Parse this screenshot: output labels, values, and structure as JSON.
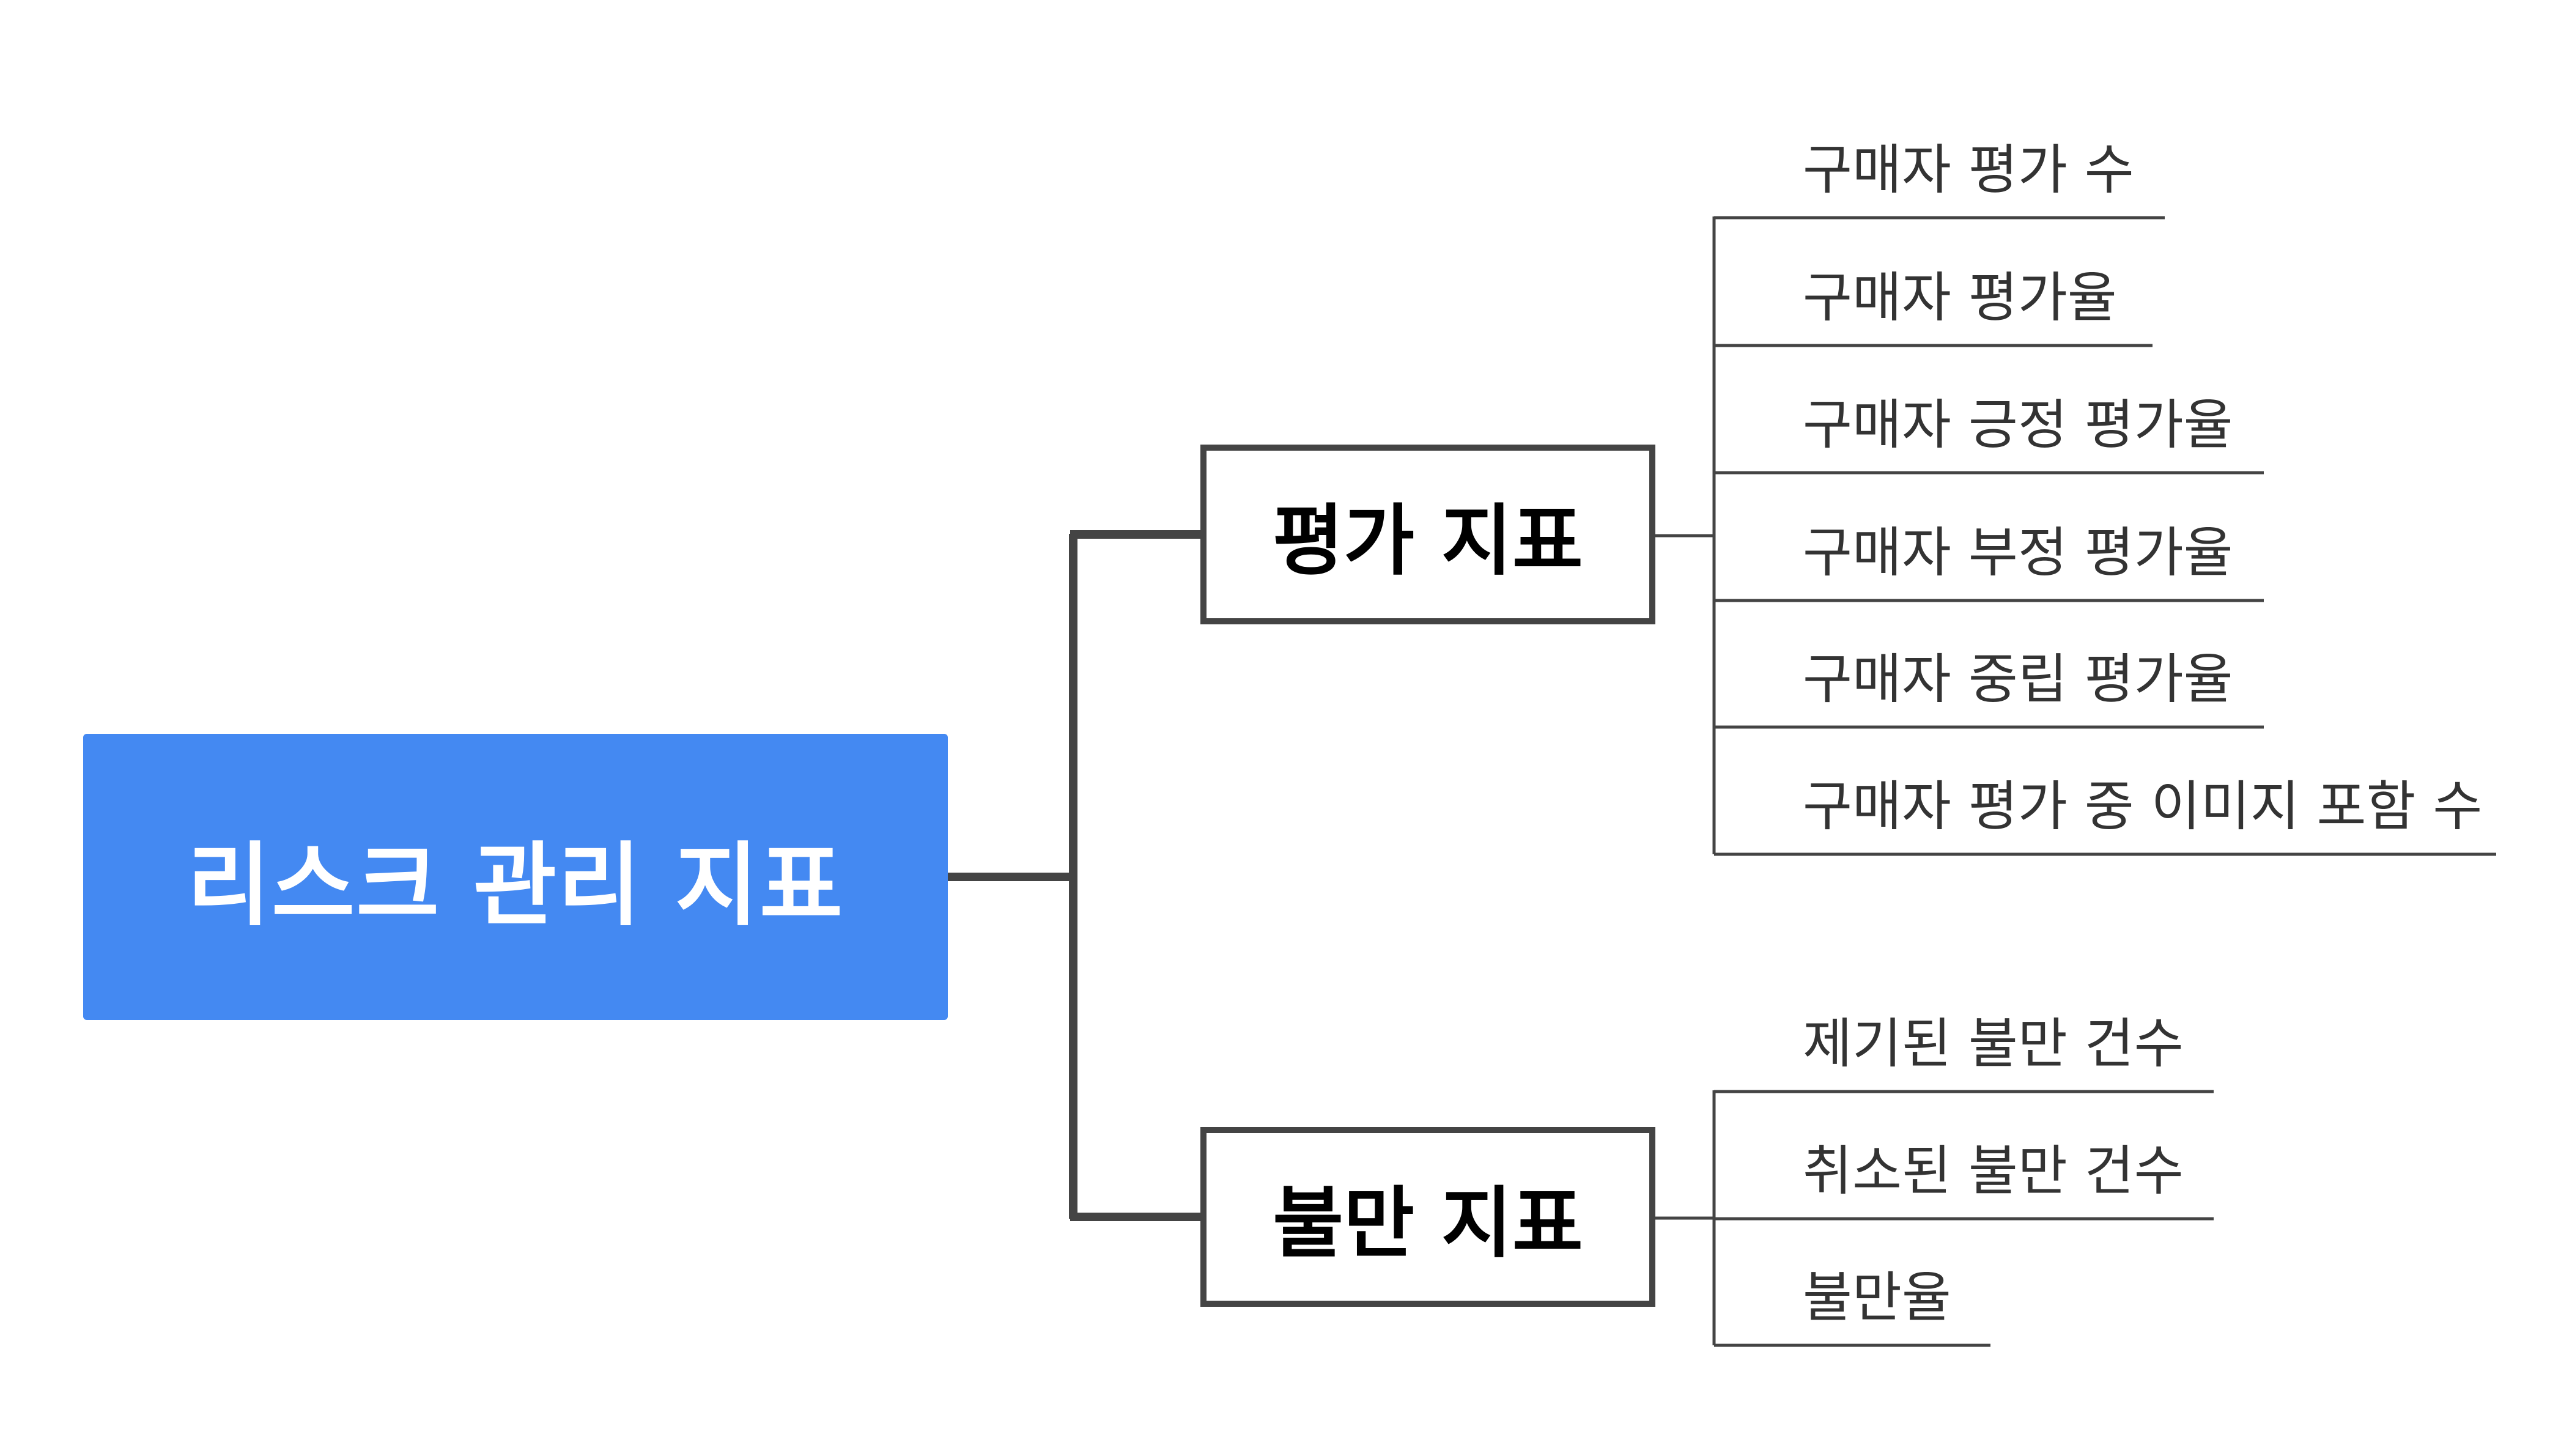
{
  "root": {
    "label": "리스크 관리 지표"
  },
  "categories": [
    {
      "label": "평가 지표",
      "items": [
        "구매자 평가 수",
        "구매자 평가율",
        "구매자 긍정 평가율",
        "구매자 부정 평가율",
        "구매자 중립 평가율",
        "구매자 평가 중 이미지 포함 수"
      ]
    },
    {
      "label": "불만 지표",
      "items": [
        "제기된 불만 건수",
        "취소된 불만 건수",
        "불만율"
      ]
    }
  ],
  "colors": {
    "root_fill": "#4489f2",
    "root_text": "#ffffff",
    "line": "#444444",
    "leaf_text": "#333333"
  }
}
